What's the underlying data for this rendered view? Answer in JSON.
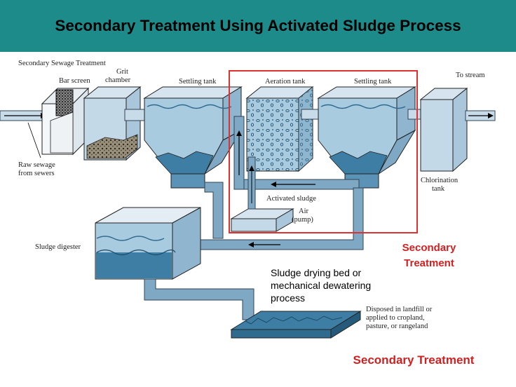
{
  "title": "Secondary Treatment Using Activated Sludge Process",
  "labels": {
    "secondary_sewage_treatment": "Secondary Sewage Treatment",
    "bar_screen": "Bar screen",
    "grit_line1": "Grit",
    "grit_line2": "chamber",
    "settling_tank_1": "Settling tank",
    "aeration_tank": "Aeration tank",
    "settling_tank_2": "Settling tank",
    "to_stream": "To stream",
    "raw_sewage_line1": "Raw sewage",
    "raw_sewage_line2": "from sewers",
    "chlorination_line1": "Chlorination",
    "chlorination_line2": "tank",
    "activated_sludge": "Activated sludge",
    "air_line1": "Air",
    "air_line2": "(pump)",
    "sludge_digester": "Sludge digester",
    "disposed_line1": "Disposed in landfill or",
    "disposed_line2": "applied to cropland,",
    "disposed_line3": "pasture, or rangeland"
  },
  "annotations": {
    "secondary_line1": "Secondary",
    "secondary_line2": "Treatment",
    "drying_line1": "Sludge drying bed or",
    "drying_line2": "mechanical dewatering",
    "drying_line3": "process",
    "footer": "Secondary Treatment"
  },
  "colors": {
    "banner": "#1e8b8b",
    "water_light": "#a9cbe0",
    "water_dark": "#3f7ea4",
    "pipe": "#7ea8c4",
    "highlight_box": "#e03030",
    "annotation_text": "#d21f1f"
  }
}
